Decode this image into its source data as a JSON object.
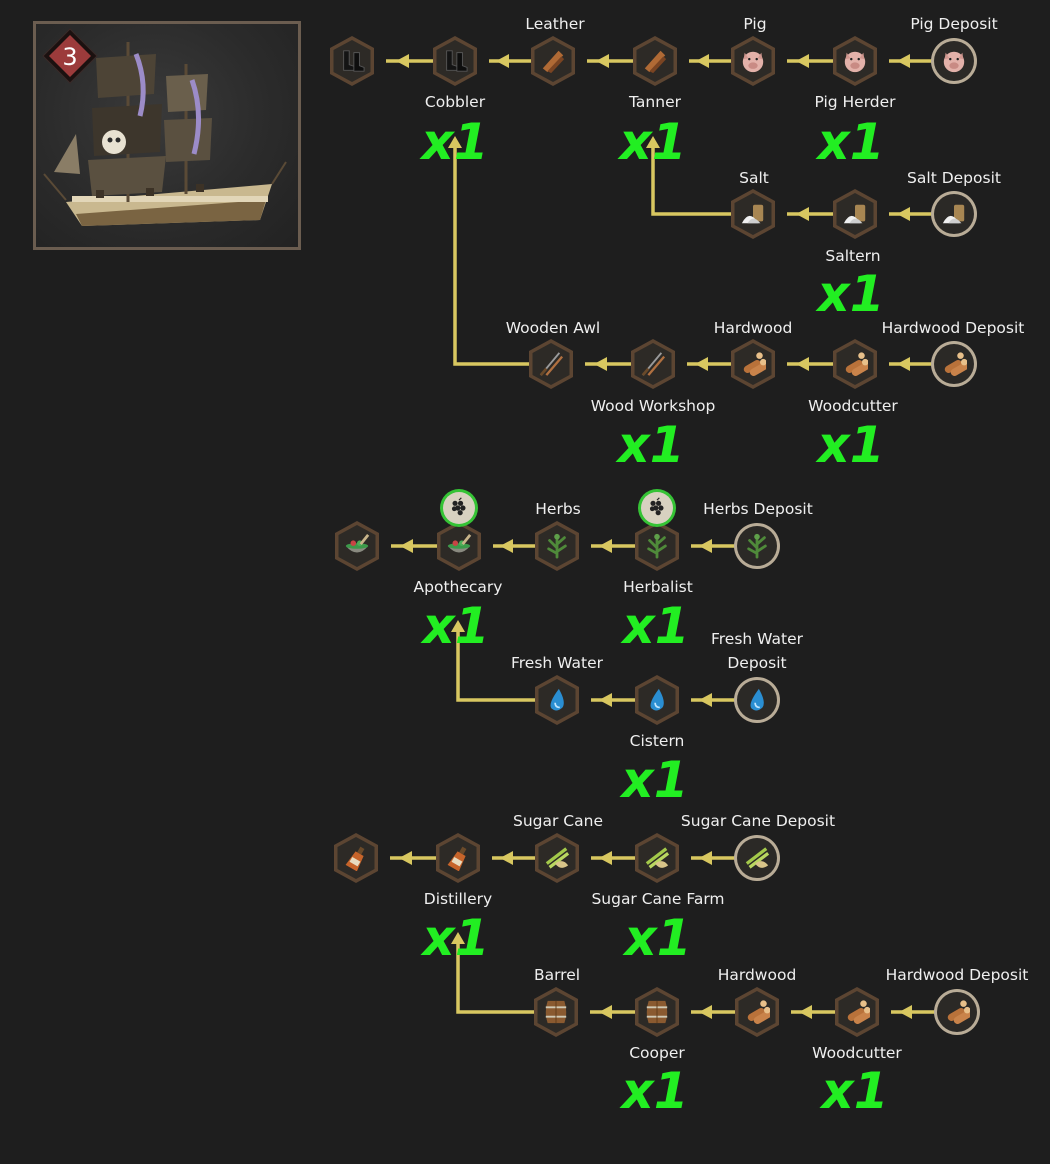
{
  "ship_level": "3",
  "colors": {
    "background": "#1e1e1e",
    "arrow": "#d8c760",
    "multiplier": "#22ee22",
    "label": "#efefef",
    "hex_border": "#5c4532",
    "deposit_ring": "#b9ac97",
    "bonus_ring": "#35c335"
  },
  "chains": {
    "boots": {
      "product_icon": "boots-icon",
      "cobbler": {
        "label": "Cobbler",
        "mult": "x1",
        "icon": "boots-icon"
      },
      "leather": {
        "label": "Leather",
        "icon": "leather-icon"
      },
      "tanner": {
        "label": "Tanner",
        "mult": "x1",
        "icon": "leather-icon"
      },
      "pig": {
        "label": "Pig",
        "icon": "pig-icon"
      },
      "pig_herder": {
        "label": "Pig Herder",
        "mult": "x1",
        "icon": "pig-icon"
      },
      "pig_deposit": {
        "label": "Pig Deposit",
        "icon": "pig-icon"
      },
      "salt": {
        "label": "Salt",
        "icon": "salt-icon"
      },
      "saltern": {
        "label": "Saltern",
        "mult": "x1",
        "icon": "salt-icon"
      },
      "salt_deposit": {
        "label": "Salt Deposit",
        "icon": "salt-icon"
      },
      "wooden_awl": {
        "label": "Wooden Awl",
        "icon": "awl-icon"
      },
      "wood_workshop": {
        "label": "Wood Workshop",
        "mult": "x1",
        "icon": "awl-icon"
      },
      "hardwood": {
        "label": "Hardwood",
        "icon": "hardwood-icon"
      },
      "woodcutter": {
        "label": "Woodcutter",
        "mult": "x1",
        "icon": "hardwood-icon"
      },
      "hardwood_deposit": {
        "label": "Hardwood Deposit",
        "icon": "hardwood-icon"
      }
    },
    "medicine": {
      "product_icon": "medicine-bowl-icon",
      "apothecary": {
        "label": "Apothecary",
        "mult": "x1",
        "icon": "medicine-bowl-icon"
      },
      "apothecary_bonus_icon": "grapes-bonus-icon",
      "herbs": {
        "label": "Herbs",
        "icon": "herbs-icon"
      },
      "herbalist": {
        "label": "Herbalist",
        "mult": "x1",
        "icon": "herbs-icon"
      },
      "herbalist_bonus_icon": "grapes-bonus-icon",
      "herbs_deposit": {
        "label": "Herbs Deposit",
        "icon": "herbs-icon"
      },
      "fresh_water": {
        "label": "Fresh Water",
        "icon": "water-drop-icon"
      },
      "cistern": {
        "label": "Cistern",
        "mult": "x1",
        "icon": "water-drop-icon"
      },
      "fresh_water_deposit": {
        "label_line1": "Fresh Water",
        "label_line2": "Deposit",
        "icon": "water-drop-icon"
      }
    },
    "rum": {
      "product_icon": "rum-bottle-icon",
      "distillery": {
        "label": "Distillery",
        "mult": "x1",
        "icon": "rum-bottle-icon"
      },
      "sugar_cane": {
        "label": "Sugar Cane",
        "icon": "sugar-cane-icon"
      },
      "sugar_cane_farm": {
        "label": "Sugar Cane Farm",
        "mult": "x1",
        "icon": "sugar-cane-icon"
      },
      "sugar_cane_deposit": {
        "label": "Sugar Cane Deposit",
        "icon": "sugar-cane-icon"
      },
      "barrel": {
        "label": "Barrel",
        "icon": "barrel-icon"
      },
      "cooper": {
        "label": "Cooper",
        "mult": "x1",
        "icon": "barrel-icon"
      },
      "hardwood": {
        "label": "Hardwood",
        "icon": "hardwood-icon"
      },
      "woodcutter": {
        "label": "Woodcutter",
        "mult": "x1",
        "icon": "hardwood-icon"
      },
      "hardwood_deposit": {
        "label": "Hardwood Deposit",
        "icon": "hardwood-icon"
      }
    }
  }
}
